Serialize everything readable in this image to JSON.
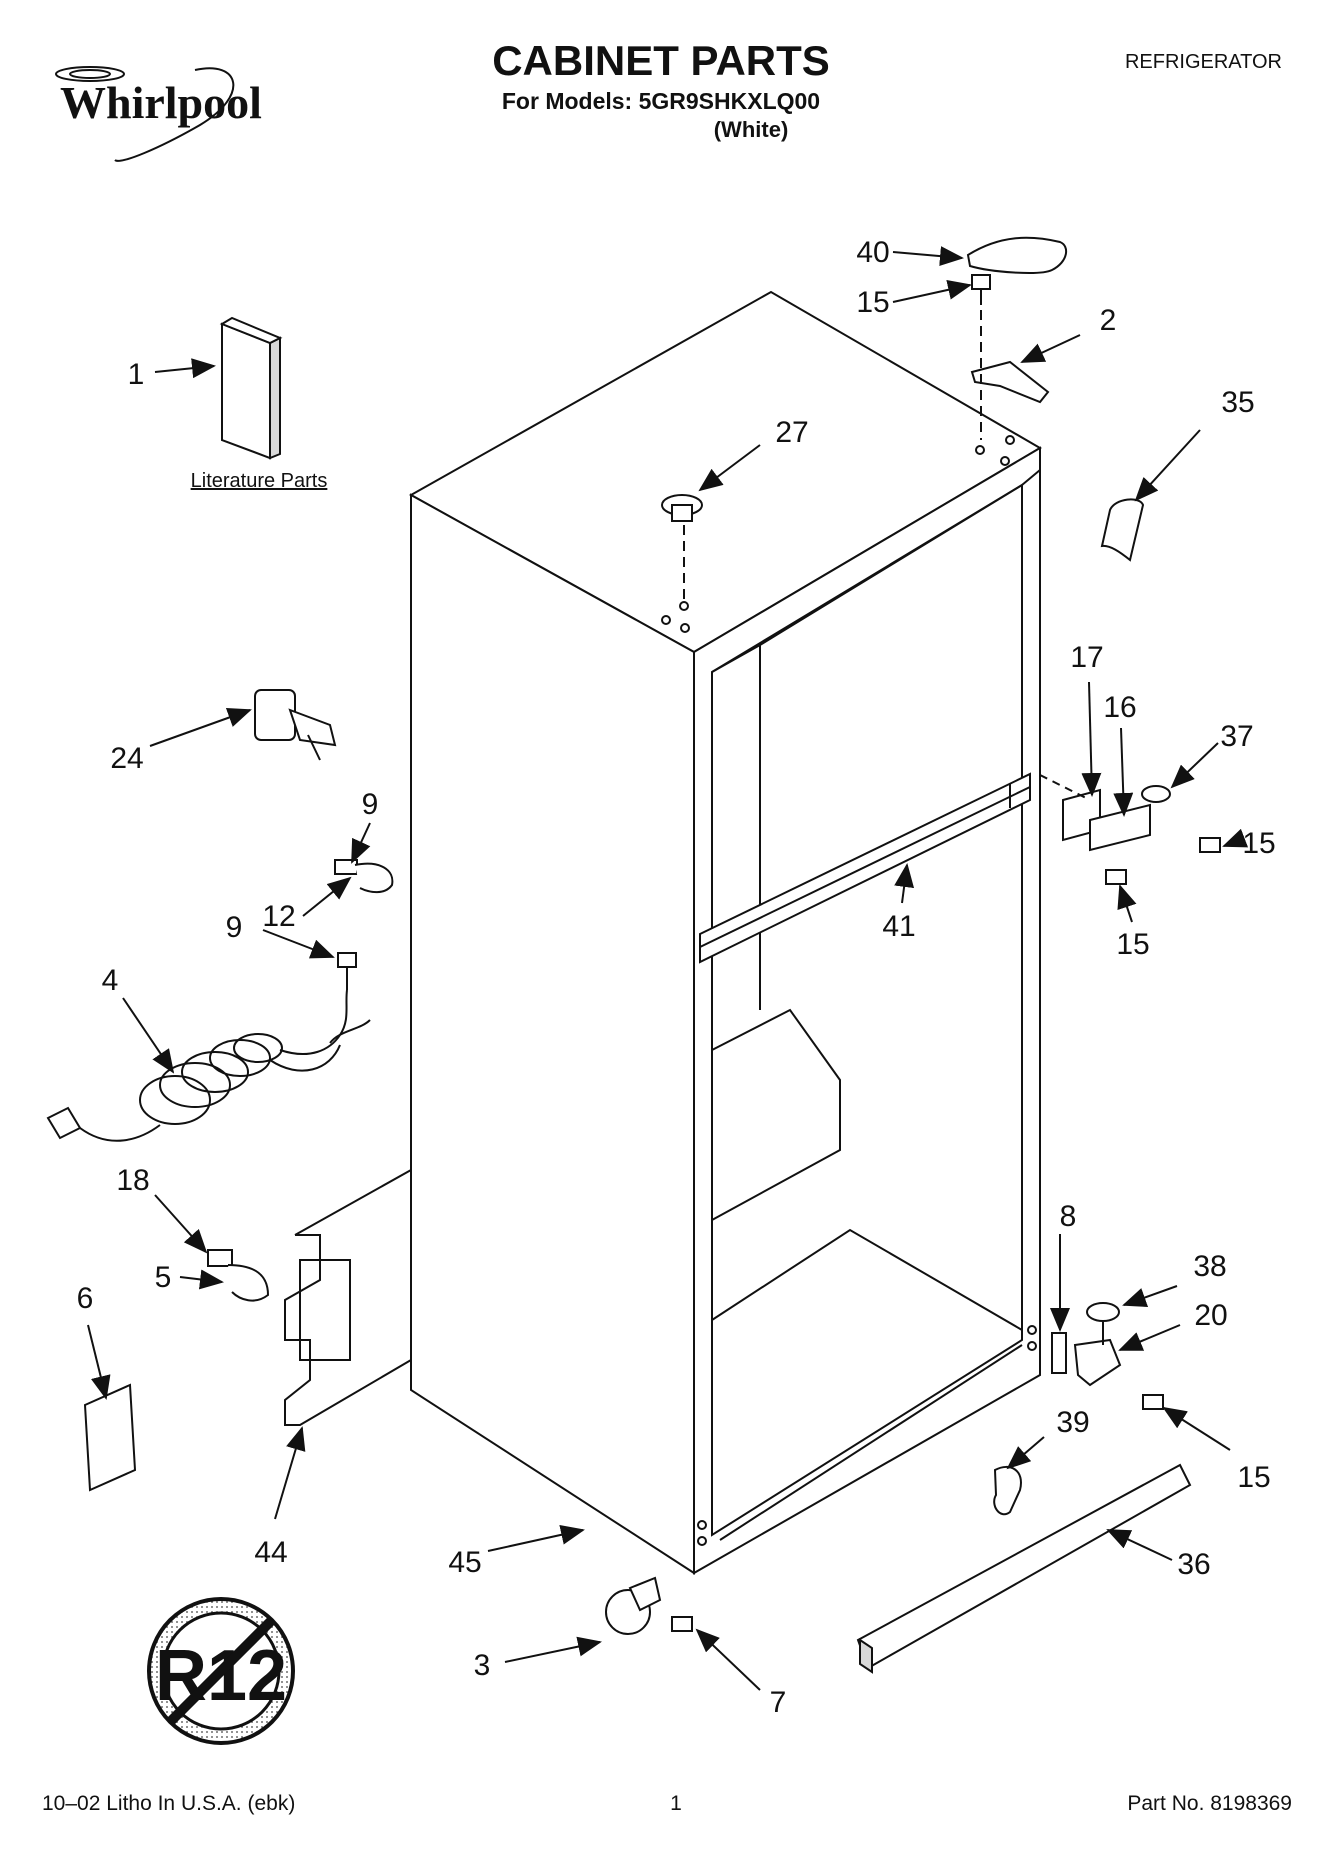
{
  "header": {
    "brand": "Whirlpool",
    "title": "CABINET PARTS",
    "models_line": "For Models: 5GR9SHKXLQ00",
    "color_line": "(White)",
    "category": "REFRIGERATOR"
  },
  "literature_label": "Literature Parts",
  "badge_text": "R12",
  "callouts": {
    "c40": "40",
    "c15a": "15",
    "c2": "2",
    "c35": "35",
    "c1": "1",
    "c27": "27",
    "c24": "24",
    "c17": "17",
    "c16": "16",
    "c37": "37",
    "c15b": "15",
    "c9a": "9",
    "c12": "12",
    "c41": "41",
    "c15c": "15",
    "c9b": "9",
    "c4": "4",
    "c18": "18",
    "c8": "8",
    "c38": "38",
    "c20": "20",
    "c5": "5",
    "c6": "6",
    "c39": "39",
    "c15d": "15",
    "c44": "44",
    "c45": "45",
    "c36": "36",
    "c3": "3",
    "c7": "7"
  },
  "footer": {
    "litho": "10–02 Litho In U.S.A. (ebk)",
    "page": "1",
    "part_no": "Part No. 8198369"
  }
}
